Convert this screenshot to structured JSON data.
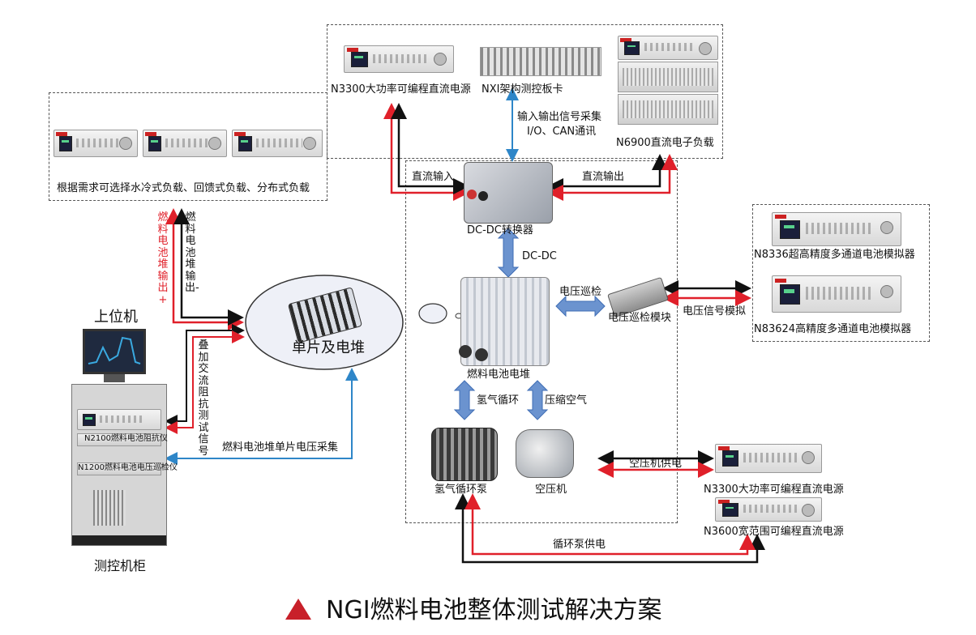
{
  "labels": {
    "n3300_top": "N3300大功率可编程直流电源",
    "nxi": "NXI架构测控板卡",
    "io_1": "输入输出信号采集",
    "io_2": "I/O、CAN通讯",
    "n6900": "N6900直流电子负载",
    "load_options": "根据需求可选择水冷式负载、回馈式负载、分布式负载",
    "dc_in": "直流输入",
    "dc_out": "直流输出",
    "dcdc_converter": "DC-DC转换器",
    "dcdc": "DC-DC",
    "n8336": "N8336超高精度多通道电池模拟器",
    "n83624": "N83624高精度多通道电池模拟器",
    "voltage_patrol": "电压巡检",
    "voltage_patrol_module": "电压巡检模块",
    "voltage_signal_sim": "电压信号模拟",
    "stack_out_pos": "燃料电池堆输出+",
    "stack_out_neg": "燃料电池堆输出-",
    "host": "上位机",
    "cell_stack": "单片及电堆",
    "fuel_cell_stack": "燃料电池电堆",
    "h2_cycle": "氢气循环",
    "compressed_air": "压缩空气",
    "ac_impedance": "叠加交流阻抗测试信号",
    "n2100": "N2100燃料电池阻抗仪",
    "n1200": "N1200燃料电池电压巡检仪",
    "cell_voltage": "燃料电池堆单片电压采集",
    "h2_pump": "氢气循环泵",
    "air_compressor": "空压机",
    "compressor_power": "空压机供电",
    "n3300_bottom": "N3300大功率可编程直流电源",
    "n3600": "N3600宽范围可编程直流电源",
    "pump_power": "循环泵供电",
    "cabinet": "测控机柜",
    "title": "NGI燃料电池整体测试解决方案"
  },
  "colors": {
    "red": "#e0202a",
    "black": "#111111",
    "blue": "#2e86c8",
    "title_triangle": "#c8202a"
  }
}
